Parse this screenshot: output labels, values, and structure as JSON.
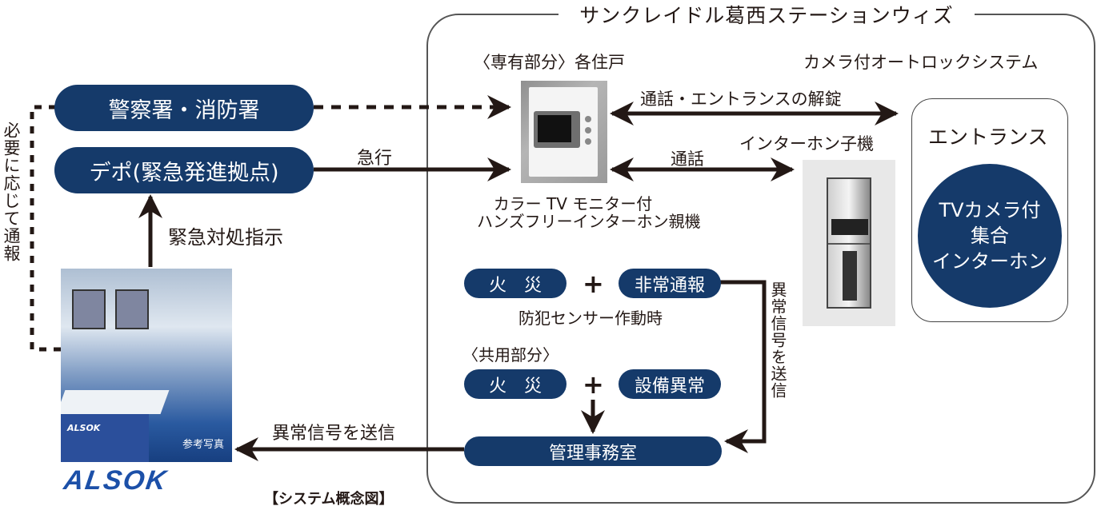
{
  "title": "サンクレイドル葛西ステーションウィズ",
  "caption": "【システム概念図】",
  "colors": {
    "pill": "#153a6a",
    "line": "#231815",
    "frame": "#555555",
    "logo": "#1c50a8"
  },
  "left": {
    "police_fire": "警察署・消防署",
    "depot": "デポ(緊急発進拠点)",
    "rush_label": "急行",
    "emergency_instruction": "緊急対処指示",
    "notify_as_needed": "必要に応じて通報",
    "photo_caption": "参考写真",
    "logo": "ALSOK",
    "desk_logo": "ALSOK",
    "signal_left_label": "異常信号を送信"
  },
  "private": {
    "heading": "〈専有部分〉各住戸",
    "monitor_caption_line1": "カラー TV モニター付",
    "monitor_caption_line2": "ハンズフリーインターホン親機",
    "fire": "火　災",
    "emergency_report": "非常通報",
    "sensor_label": "防犯センサー作動時",
    "plus": "+"
  },
  "common": {
    "heading": "〈共用部分〉",
    "fire": "火　災",
    "equipment_error": "設備異常",
    "plus": "+",
    "office": "管理事務室",
    "signal_right_label": "異常信号を送信"
  },
  "autolock": {
    "heading": "カメラ付オートロックシステム",
    "unlock_label": "通話・エントランスの解錠",
    "call_label": "通話",
    "sub_unit": "インターホン子機",
    "entrance": "エントランス",
    "circle_line1": "TVカメラ付",
    "circle_line2": "集合",
    "circle_line3": "インターホン"
  }
}
